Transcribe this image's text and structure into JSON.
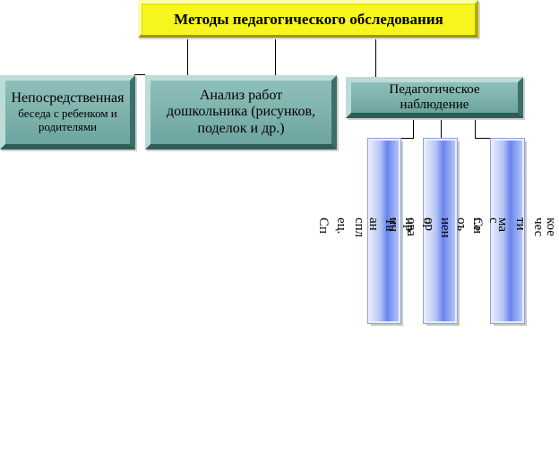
{
  "root": {
    "title": "Методы педагогического обследования"
  },
  "methods": {
    "conversation": {
      "line1": "Непосредственная",
      "line2": "беседа с ребенком и",
      "line3": "родителями"
    },
    "analysis": {
      "line1": "Анализ работ",
      "line2": "дошкольника (рисунков,",
      "line3": "поделок и др.)"
    },
    "observation": {
      "line1": "Педагогическое",
      "line2": "наблюдение"
    }
  },
  "observation_types": {
    "fragments": [
      "Сп",
      "ец.",
      "спл",
      "Та\nан",
      "ир\nин",
      "о\nова",
      "ор",
      "иен",
      "Си\nоъ",
      "с\nг.е",
      "ма",
      "ти",
      "чес",
      "кое"
    ]
  }
}
